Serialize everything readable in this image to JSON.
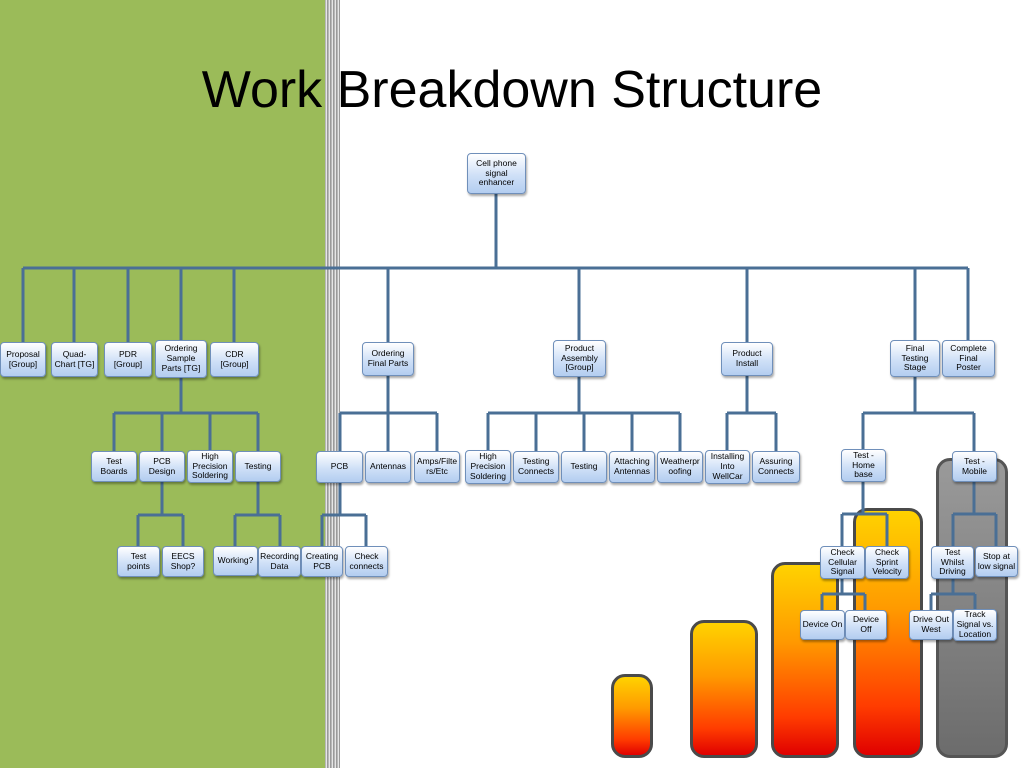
{
  "title": "Work Breakdown Structure",
  "nodes": {
    "root": "Cell phone\nsignal\nenhancer",
    "proposal": "Proposal\n[Group]",
    "quad_chart": "Quad-\nChart [TG]",
    "pdr": "PDR\n[Group]",
    "ordering_sample": "Ordering\nSample\nParts [TG]",
    "cdr": "CDR\n[Group]",
    "ordering_final": "Ordering\nFinal Parts",
    "product_assembly": "Product\nAssembly\n[Group]",
    "product_install": "Product\nInstall",
    "final_testing": "Final\nTesting\nStage",
    "complete_poster": "Complete\nFinal\nPoster",
    "test_boards": "Test\nBoards",
    "pcb_design": "PCB Design",
    "high_precision_1": "High\nPrecision\nSoldering",
    "testing_1": "Testing",
    "test_points": "Test\npoints",
    "eecs_shop": "EECS\nShop?",
    "working": "Working?",
    "recording_data": "Recording\nData",
    "pcb": "PCB",
    "antennas": "Antennas",
    "amps_filters": "Amps/Filte\nrs/Etc",
    "creating_pcb": "Creating\nPCB",
    "check_connects": "Check\nconnects",
    "high_precision_2": "High\nPrecision\nSoldering",
    "testing_connects": "Testing\nConnects",
    "testing_2": "Testing",
    "attaching_antennas": "Attaching\nAntennas",
    "weatherproofing": "Weatherpr\noofing",
    "installing_into": "Installing\nInto\nWellCar",
    "assuring_connects": "Assuring\nConnects",
    "test_home_base": "Test -\nHome\nbase",
    "test_mobile": "Test -\nMobile",
    "check_cellular": "Check\nCellular\nSignal",
    "check_sprint": "Check\nSprint\nVelocity",
    "device_on": "Device On",
    "device_off": "Device\nOff",
    "test_whilst_driving": "Test\nWhilst\nDriving",
    "stop_low_signal": "Stop at\nlow signal",
    "drive_out_west": "Drive Out\nWest",
    "track_signal": "Track\nSignal vs.\nLocation"
  },
  "colors": {
    "accent_green": "#9bbb59",
    "connector": "#4a6f95",
    "box_border": "#6f8fba"
  }
}
